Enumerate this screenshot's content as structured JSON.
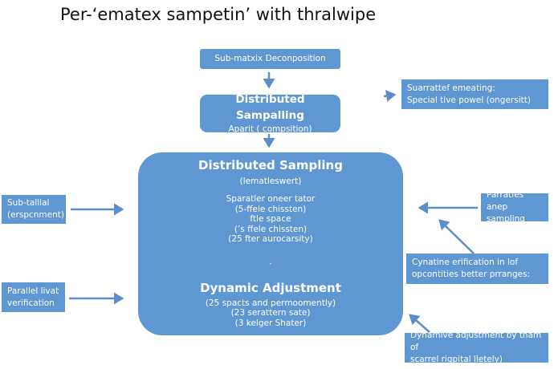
{
  "title": "Per-‘ematex sampetin’ with thralwipe",
  "colors": {
    "box": "#5f97d3",
    "arrow": "#5b8fc9"
  },
  "top_box": "Sub-matxix Deconposition",
  "second_box": {
    "title": "Distributed Sampalling",
    "subtitle": "Aparit ( compsition)"
  },
  "main_box": {
    "title": "Distributed Sampling",
    "subtitle": "(lematleswert)",
    "lines": [
      "Sparatler oneer tator",
      "(5-ffele chissten)",
      "ftle space",
      "(ʼs ffele chissten)",
      "(25 fter aurocarsity)"
    ],
    "dot": "-",
    "adjust_title": "Dynamic Adjustment",
    "adjust_lines": [
      "(25 spacts and permoomently)",
      "(23 serattern sate)",
      "(3 kelger Shater)"
    ]
  },
  "left_boxes": [
    {
      "lines": [
        "Sub-talllal",
        "(erspcnment)"
      ]
    },
    {
      "lines": [
        "Parallel livat",
        "verification"
      ]
    }
  ],
  "right_boxes": [
    {
      "lines": [
        "Suarrattef emeating:",
        "Special tive powel (ongersitt)"
      ]
    },
    {
      "lines": [
        "Parratles anep",
        "sampling"
      ]
    },
    {
      "lines": [
        "Cynatine erification in lof",
        "opcontities better prranges:"
      ]
    },
    {
      "lines": [
        "Dynamive adjustment by tham of",
        "scarrel rigpital lletely)"
      ]
    }
  ]
}
